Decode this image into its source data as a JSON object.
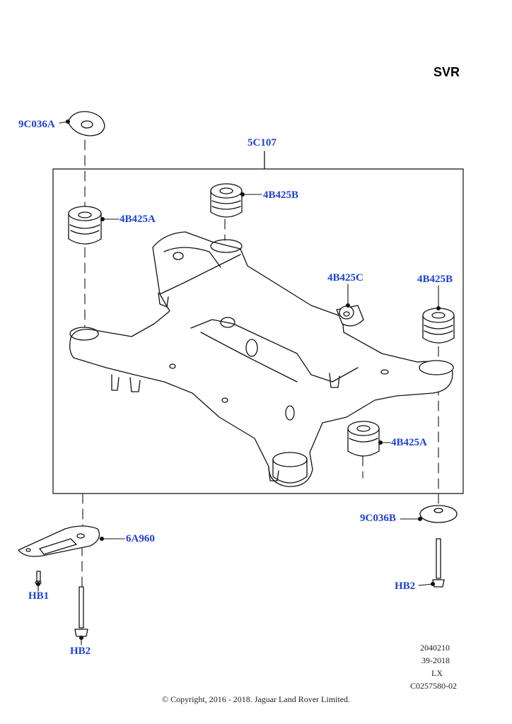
{
  "variant": "SVR",
  "parts": {
    "washer_top": "9C036A",
    "subframe": "5C107",
    "bush_4b425b_top": "4B425B",
    "bush_4b425a_left": "4B425A",
    "bush_4b425c": "4B425C",
    "bush_4b425b_right": "4B425B",
    "bush_4b425a_lower": "4B425A",
    "bracket": "6A960",
    "washer_bottom": "9C036B",
    "bolt_hb1": "HB1",
    "bolt_hb2_left": "HB2",
    "bolt_hb2_right": "HB2"
  },
  "info": {
    "line1": "2040210",
    "line2": "39-2018",
    "line3": "LX",
    "line4": "C0257580-02"
  },
  "copyright": "© Copyright, 2016 - 2018. Jaguar Land Rover Limited."
}
